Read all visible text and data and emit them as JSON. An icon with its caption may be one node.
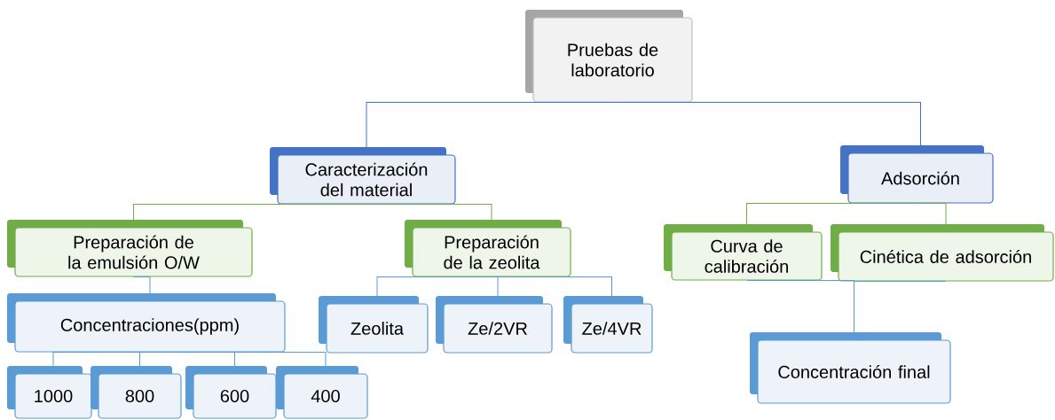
{
  "diagram": {
    "nodes": [
      {
        "text": [
          "Pruebas de laboratorio"
        ]
      },
      {
        "text": [
          "Caracterización del material"
        ]
      },
      {
        "text": [
          "Adsorción"
        ]
      },
      {
        "text": [
          "Preparación de la emulsión O/W"
        ]
      },
      {
        "text": [
          "Preparación de la zeolita"
        ]
      },
      {
        "text": [
          "Curva de calibración"
        ]
      },
      {
        "text": [
          "Cinética de adsorción"
        ]
      },
      {
        "text": [
          "Concentraciones(ppm)"
        ]
      },
      {
        "text": [
          "Zeolita"
        ]
      },
      {
        "text": [
          "Ze/2VR"
        ]
      },
      {
        "text": [
          "Ze/4VR"
        ]
      },
      {
        "text": [
          "Concentración final"
        ]
      },
      {
        "text": [
          "1000"
        ]
      },
      {
        "text": [
          "800"
        ]
      },
      {
        "text": [
          "600"
        ]
      },
      {
        "text": [
          "400"
        ]
      }
    ],
    "edges": [
      {
        "from": 0,
        "to": 1,
        "arrow": "none",
        "color": "#4472c4"
      },
      {
        "from": 0,
        "to": 2,
        "arrow": "none",
        "color": "#4472c4"
      },
      {
        "from": 1,
        "to": 3,
        "arrow": "none",
        "color": "#70ad47"
      },
      {
        "from": 1,
        "to": 4,
        "arrow": "none",
        "color": "#70ad47"
      },
      {
        "from": 3,
        "to": 7,
        "arrow": "none"
      },
      {
        "from": 4,
        "to": 8,
        "arrow": "none"
      },
      {
        "from": 4,
        "to": 9,
        "arrow": "none"
      },
      {
        "from": 4,
        "to": 10,
        "arrow": "none"
      },
      {
        "from": 7,
        "to": 12,
        "arrow": "none"
      },
      {
        "from": 7,
        "to": 13,
        "arrow": "none"
      },
      {
        "from": 7,
        "to": 14,
        "arrow": "none"
      },
      {
        "from": 7,
        "to": 15,
        "arrow": "none"
      },
      {
        "from": 2,
        "to": 5,
        "arrow": "none",
        "color": "#70ad47"
      },
      {
        "from": 2,
        "to": 6,
        "arrow": "none",
        "color": "#70ad47"
      },
      {
        "from": 5,
        "to": 11,
        "arrow": "none"
      },
      {
        "from": 6,
        "to": 11,
        "arrow": "none"
      }
    ]
  }
}
